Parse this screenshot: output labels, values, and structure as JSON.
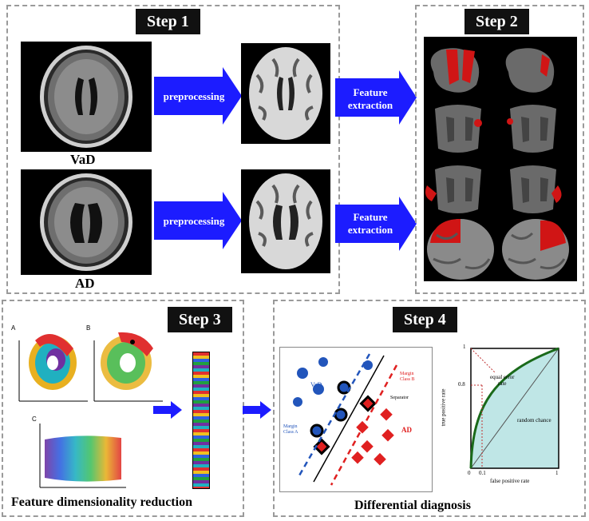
{
  "step1": {
    "title": "Step 1",
    "label_vad": "VaD",
    "label_ad": "AD",
    "arrow_preprocessing": "preprocessing",
    "arrow_feature_line1": "Feature",
    "arrow_feature_line2": "extraction"
  },
  "step2": {
    "title": "Step 2"
  },
  "step3": {
    "title": "Step 3",
    "caption": "Feature dimensionality reduction",
    "panel_a": "A",
    "panel_b": "B",
    "panel_c": "C"
  },
  "step4": {
    "title": "Step 4",
    "caption": "Differential diagnosis",
    "svm": {
      "class_vad": "VaD",
      "class_ad": "AD",
      "margin_a_line1": "Margin",
      "margin_a_line2": "Class A",
      "margin_b_line1": "Margin",
      "margin_b_line2": "Class B",
      "separator": "Separator"
    },
    "roc": {
      "ylabel": "true positive rate",
      "xlabel": "false positive rate",
      "y_tick_08": "0.8",
      "x_tick_0": "0",
      "x_tick_01": "0.1",
      "x_tick_1": "1",
      "y_tick_1": "1",
      "equal_error_line1": "equal error",
      "equal_error_line2": "rate",
      "random_chance": "random chance"
    }
  },
  "colors": {
    "arrow_blue": "#1c1cff",
    "svm_blue": "#2255bb",
    "svm_red": "#e02020",
    "roc_fill": "#bfe6e6",
    "roc_curve": "#1a6a1a",
    "brain_red": "#d01515"
  }
}
